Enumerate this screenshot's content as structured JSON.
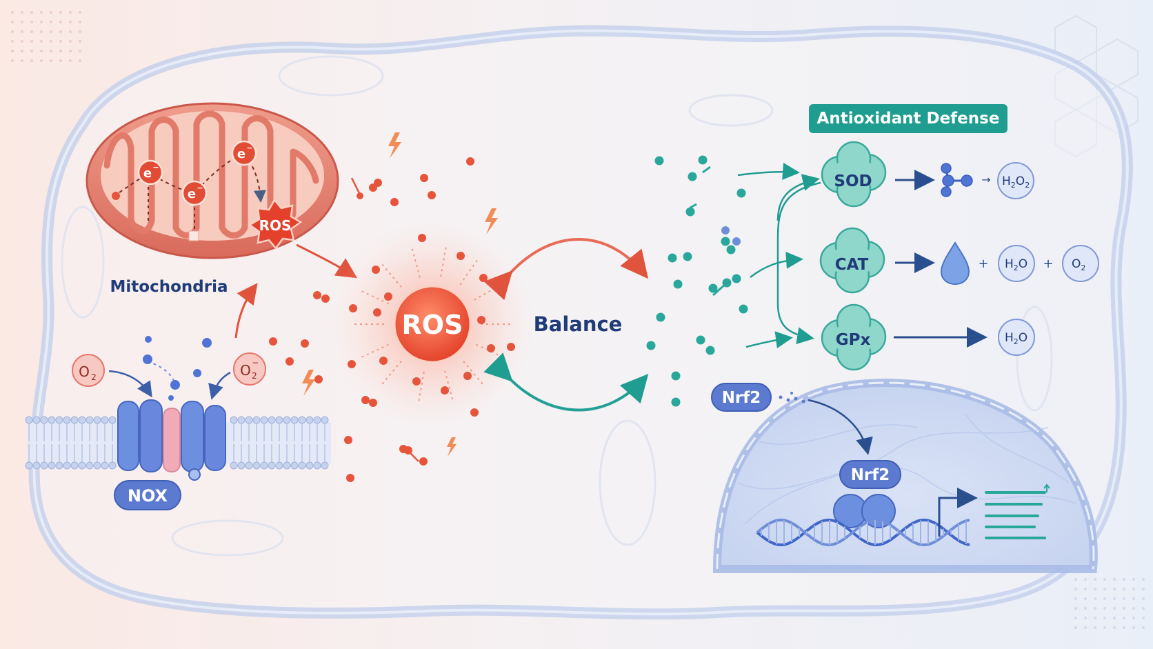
{
  "labels": {
    "mitochondria": "Mitochondria",
    "ros_burst": "ROS",
    "ros_center": "ROS",
    "balance": "Balance",
    "nox": "NOX",
    "o2_left_base": "O",
    "o2_left_sub": "2",
    "o2_right_base": "O",
    "o2_right_sub": "2",
    "o2_right_sup": "−",
    "electron": "e",
    "electron_sup": "−",
    "antioxidant_title": "Antioxidant Defense",
    "nrf2_cyto": "Nrf2",
    "nrf2_nucleus": "Nrf2",
    "plus": "+"
  },
  "enzymes": [
    {
      "name": "SOD"
    },
    {
      "name": "CAT"
    },
    {
      "name": "GPx"
    }
  ],
  "products": {
    "h2o2": {
      "h": "H",
      "sub1": "2",
      "o": "O",
      "sub2": "2"
    },
    "h2o_cat": {
      "h": "H",
      "sub": "2",
      "o": "O"
    },
    "o2_cat": {
      "o": "O",
      "sub": "2"
    },
    "h2o_gpx": {
      "h": "H",
      "sub": "2",
      "o": "O"
    },
    "sod_arrow": "→"
  },
  "colors": {
    "ros_red": "#e8553e",
    "mito_fill": "#e98a7c",
    "mito_inner": "#f6c3b6",
    "protein_blue": "#5d7fd6",
    "teal": "#2aa79b",
    "teal_dark": "#1a9a8e",
    "navy": "#1f3b78",
    "membrane": "#c9d4ec"
  },
  "icons": {
    "lightning": "lightning-icon",
    "water_drop": "water-drop-icon",
    "dna": "dna-helix-icon",
    "gene_expression": "gene-expression-icon"
  }
}
